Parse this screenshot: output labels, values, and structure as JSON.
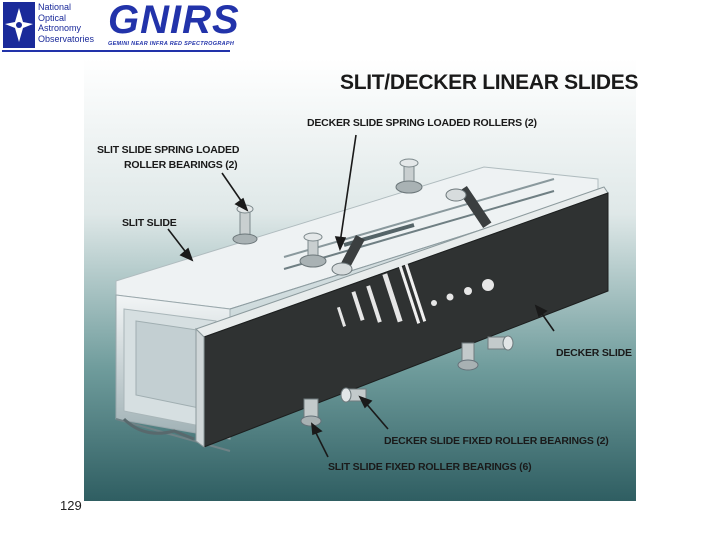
{
  "header": {
    "logo_lines": [
      "National",
      "Optical",
      "Astronomy",
      "Observatories"
    ],
    "title": "GNIRS",
    "subtitle": "GEMINI NEAR INFRA RED SPECTROGRAPH"
  },
  "figure": {
    "title": "SLIT/DECKER LINEAR SLIDES",
    "labels": {
      "decker_rollers": "DECKER SLIDE SPRING LOADED ROLLERS (2)",
      "slit_spring_line1": "SLIT SLIDE SPRING LOADED",
      "slit_spring_line2": "ROLLER BEARINGS (2)",
      "slit_slide": "SLIT SLIDE",
      "decker_slide": "DECKER SLIDE",
      "decker_fixed": "DECKER SLIDE FIXED ROLLER BEARINGS (2)",
      "slit_fixed": "SLIT SLIDE FIXED ROLLER BEARINGS (6)"
    }
  },
  "page_number": "129"
}
